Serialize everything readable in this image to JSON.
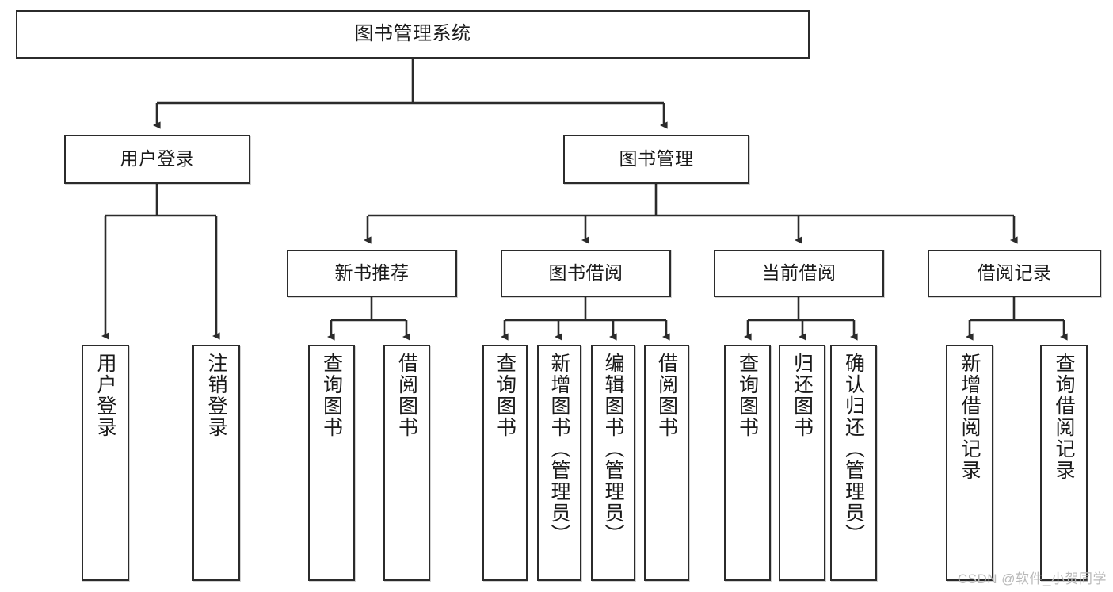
{
  "diagram": {
    "title": "图书管理系统",
    "type": "tree",
    "style": {
      "stroke": "#2b2b2b",
      "fill": "#ffffff",
      "text": "#1a1a1a",
      "watermark_color": "#b9b9b9"
    },
    "nodes": {
      "root": {
        "label": "图书管理系统"
      },
      "level2": [
        {
          "id": "user-login",
          "label": "用户登录"
        },
        {
          "id": "book-management",
          "label": "图书管理"
        }
      ],
      "level3": [
        {
          "id": "new-book-recommend",
          "label": "新书推荐"
        },
        {
          "id": "book-borrow",
          "label": "图书借阅"
        },
        {
          "id": "current-borrow",
          "label": "当前借阅"
        },
        {
          "id": "borrow-record",
          "label": "借阅记录"
        }
      ],
      "leaves": {
        "user_login": [
          {
            "id": "leaf-user-login",
            "label": "用户登录"
          },
          {
            "id": "leaf-logout-login",
            "label": "注销登录"
          }
        ],
        "new_book_recommend": [
          {
            "id": "leaf-query-book-1",
            "label": "查询图书"
          },
          {
            "id": "leaf-borrow-book-1",
            "label": "借阅图书"
          }
        ],
        "book_borrow": [
          {
            "id": "leaf-query-book-2",
            "label": "查询图书"
          },
          {
            "id": "leaf-add-book",
            "label": "新增图书（管理员）"
          },
          {
            "id": "leaf-edit-book",
            "label": "编辑图书（管理员）"
          },
          {
            "id": "leaf-borrow-book-2",
            "label": "借阅图书"
          }
        ],
        "current_borrow": [
          {
            "id": "leaf-query-book-3",
            "label": "查询图书"
          },
          {
            "id": "leaf-return-book",
            "label": "归还图书"
          },
          {
            "id": "leaf-confirm-return",
            "label": "确认归还（管理员）"
          }
        ],
        "borrow_record": [
          {
            "id": "leaf-add-record",
            "label": "新增借阅记录"
          },
          {
            "id": "leaf-query-record",
            "label": "查询借阅记录"
          }
        ]
      }
    },
    "watermark": "CSDN @软件_小贺同学"
  }
}
